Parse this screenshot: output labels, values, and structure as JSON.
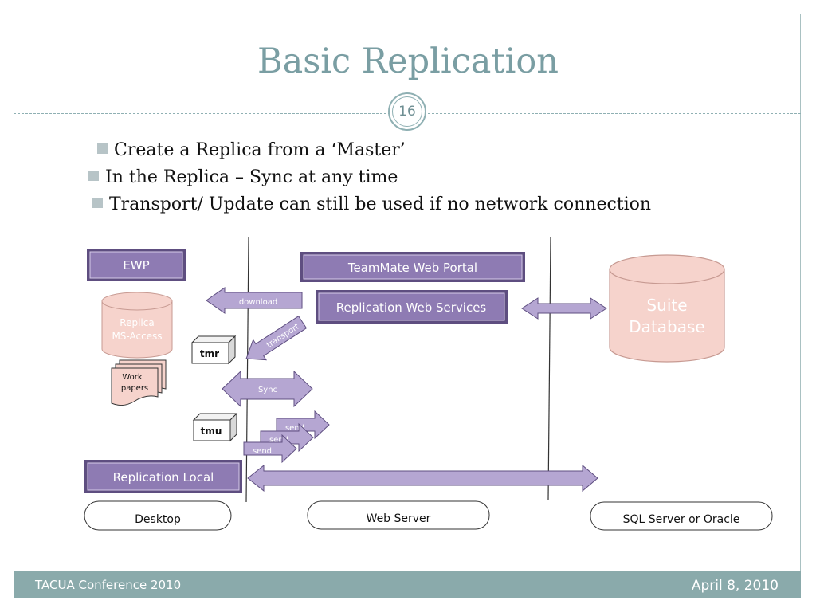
{
  "slide": {
    "title": "Basic Replication",
    "page_number": "16",
    "bullets": [
      "Create a Replica from a ‘Master’",
      "In the Replica – Sync at any time",
      "Transport/ Update can still be used if no network connection"
    ]
  },
  "diagram": {
    "ewp": "EWP",
    "teammate_portal": "TeamMate Web Portal",
    "replication_web_services": "Replication Web Services",
    "suite_database_line1": "Suite",
    "suite_database_line2": "Database",
    "replica_line1": "Replica",
    "replica_line2": "MS-Access",
    "work_papers_line1": "Work",
    "work_papers_line2": "papers",
    "tmr": "tmr",
    "tmu": "tmu",
    "download": "download",
    "transport": "transport",
    "sync": "Sync",
    "send_1": "send",
    "send_2": "send",
    "send_3": "send",
    "replication_local": "Replication Local",
    "desktop": "Desktop",
    "web_server": "Web Server",
    "sql_server": "SQL Server or Oracle"
  },
  "colors": {
    "box_purple": "#8e7bb3",
    "arrow_purple": "#b5a6d2",
    "database_pink": "#f6d3cc",
    "title_teal": "#7a9ea3",
    "footer_teal": "#8aaaab"
  },
  "footer": {
    "left": "TACUA Conference 2010",
    "right": "April 8, 2010"
  }
}
